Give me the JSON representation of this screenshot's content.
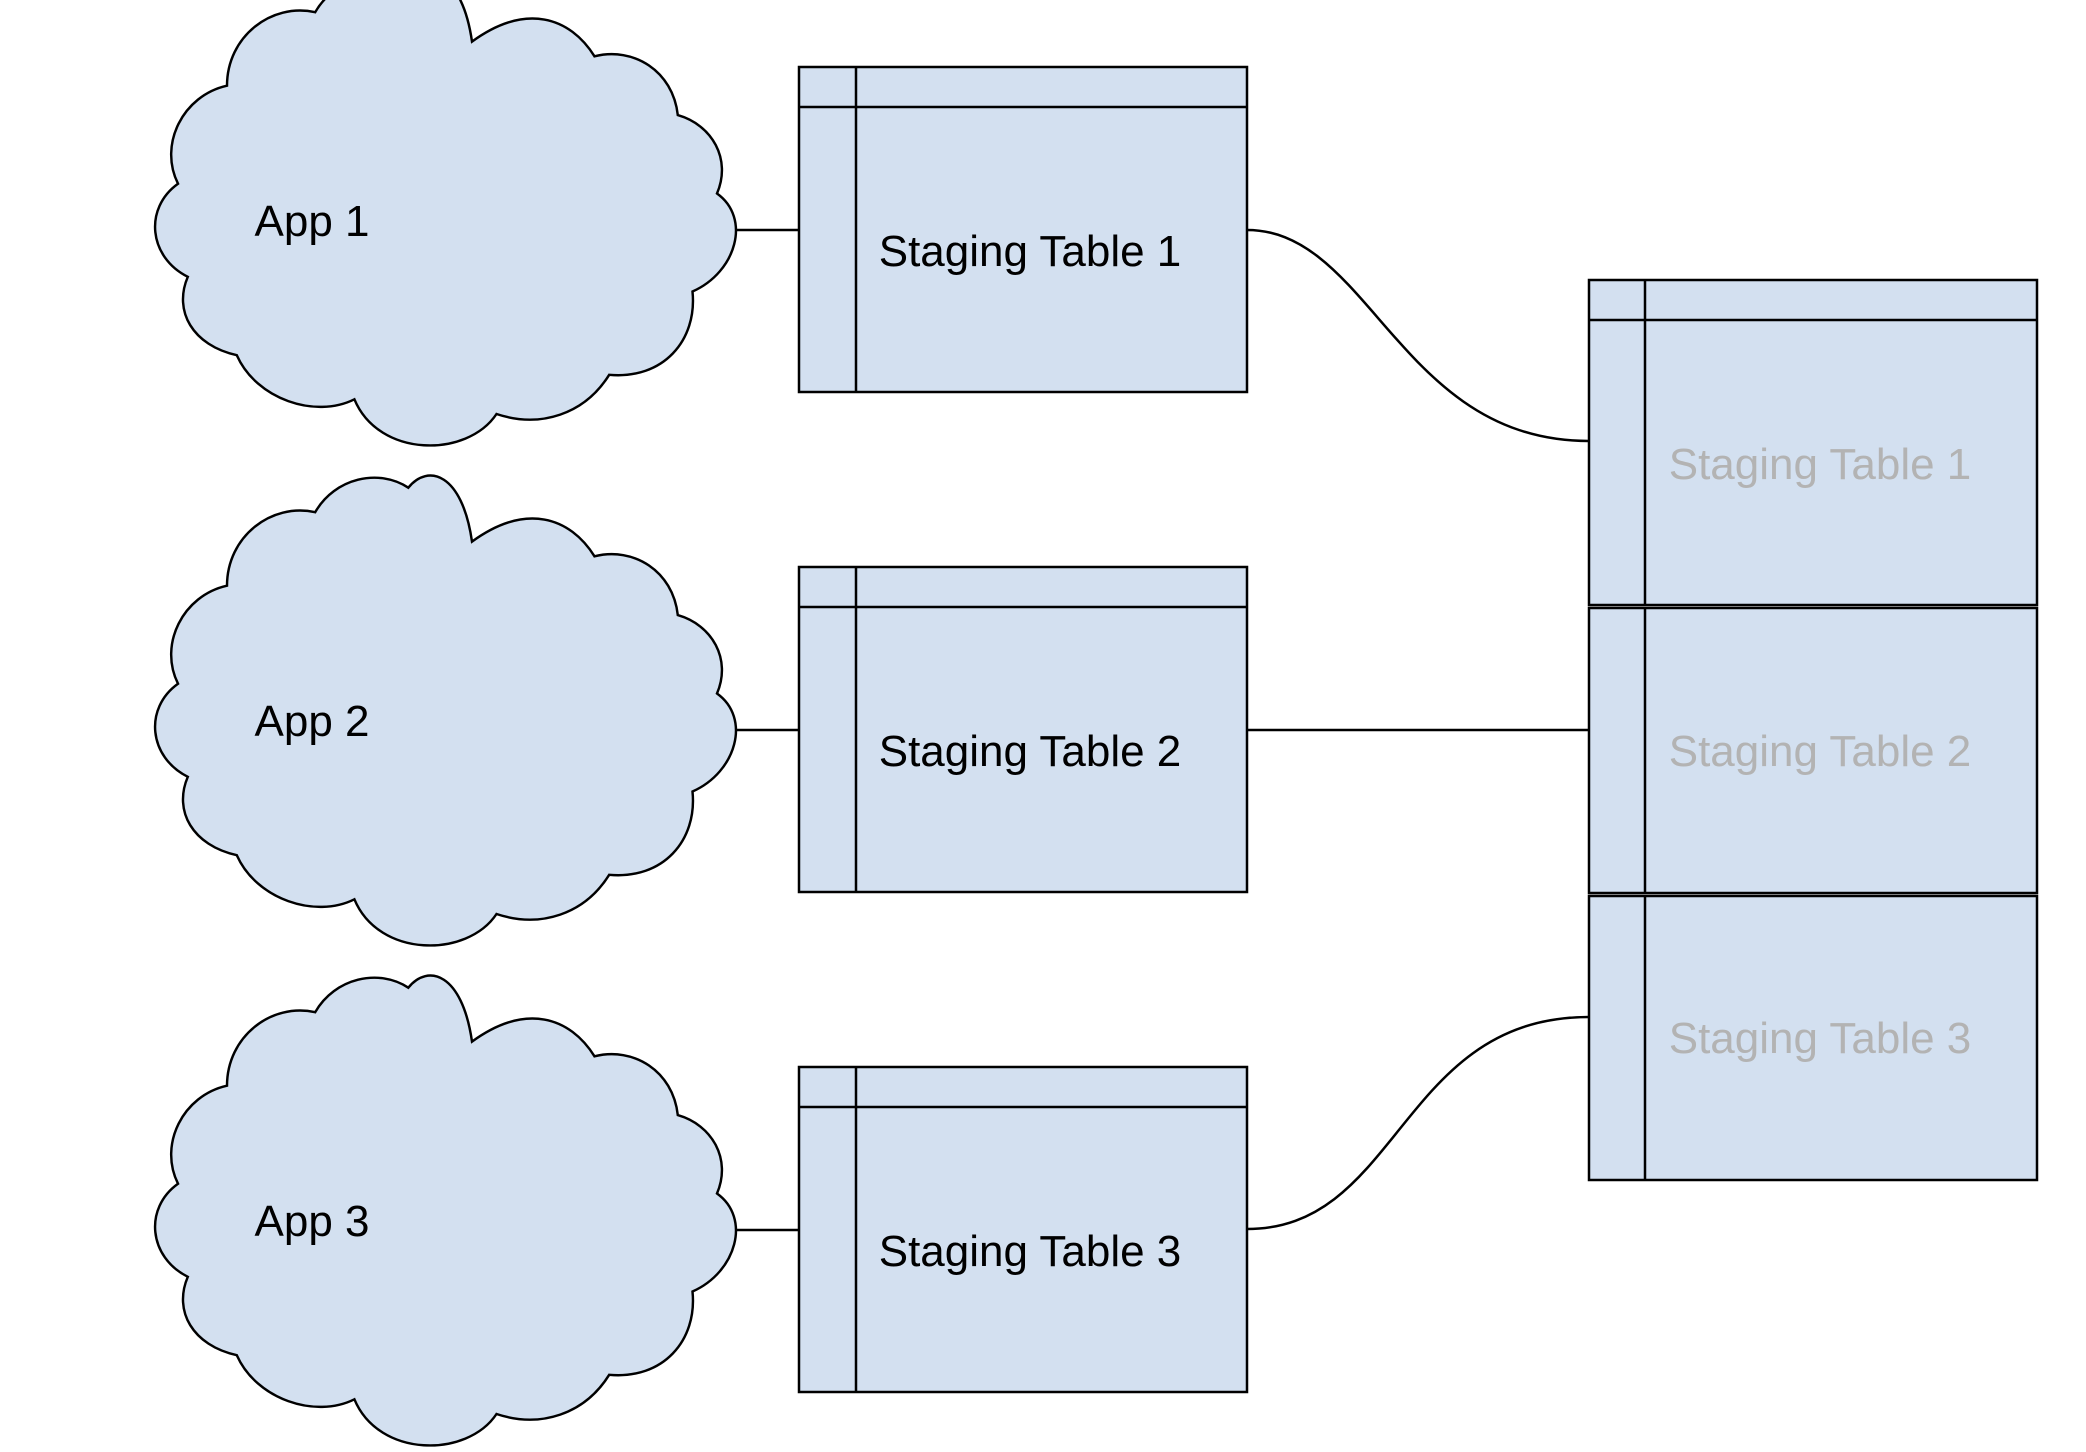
{
  "colors": {
    "fill": "#d3e0f0",
    "stroke": "#000000",
    "faded_text": "#b3b3b3"
  },
  "apps": [
    {
      "label": "App 1"
    },
    {
      "label": "App 2"
    },
    {
      "label": "App 3"
    }
  ],
  "staging_tables": [
    {
      "label": "Staging Table 1"
    },
    {
      "label": "Staging Table 2"
    },
    {
      "label": "Staging Table 3"
    }
  ],
  "combined_table": {
    "sections": [
      {
        "label": "Staging Table 1"
      },
      {
        "label": "Staging Table 2"
      },
      {
        "label": "Staging Table 3"
      }
    ]
  }
}
